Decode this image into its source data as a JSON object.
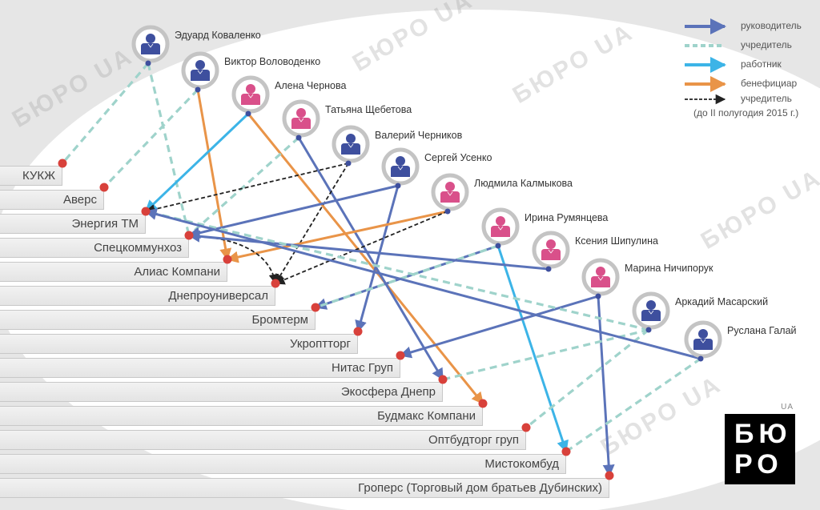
{
  "legend": [
    {
      "type": "director",
      "label": "руководитель"
    },
    {
      "type": "founder",
      "label": "учредитель"
    },
    {
      "type": "worker",
      "label": "работник"
    },
    {
      "type": "beneficiary",
      "label": "бенефициар"
    },
    {
      "type": "former",
      "label": "учредитель",
      "sublabel": "(до II полугодия 2015 г.)"
    }
  ],
  "colors": {
    "director": "#5b73b9",
    "founder": "#9fd3cb",
    "worker": "#3cb4e7",
    "beneficiary": "#e99448",
    "former": "#222222",
    "company_dot": "#d8413b",
    "male": "#3e4f9e",
    "female": "#d9508a"
  },
  "people": [
    {
      "name": "Эдуард Коваленко",
      "gender": "male"
    },
    {
      "name": "Виктор Воловоденко",
      "gender": "male"
    },
    {
      "name": "Алена Чернова",
      "gender": "female"
    },
    {
      "name": "Татьяна Щебетова",
      "gender": "female"
    },
    {
      "name": "Валерий Черников",
      "gender": "male"
    },
    {
      "name": "Сергей Усенко",
      "gender": "male"
    },
    {
      "name": "Людмила Калмыкова",
      "gender": "female"
    },
    {
      "name": "Ирина Румянцева",
      "gender": "female"
    },
    {
      "name": "Ксения Шипулина",
      "gender": "female"
    },
    {
      "name": "Марина Ничипорук",
      "gender": "female"
    },
    {
      "name": "Аркадий Масарский",
      "gender": "male"
    },
    {
      "name": "Руслана Галай",
      "gender": "male"
    }
  ],
  "companies": [
    "КУКЖ",
    "Аверс",
    "Энергия ТМ",
    "Спецкоммунхоз",
    "Алиас Компани",
    "Днепроуниверсал",
    "Бромтерм",
    "Укроптторг",
    "Нитас Груп",
    "Экосфера Днепр",
    "Будмакс Компани",
    "Оптбудторг груп",
    "Мистокомбуд",
    "Гроперс (Торговый дом братьев Дубинских)"
  ],
  "edges": [
    {
      "from": "p0",
      "to": "c0",
      "type": "founder"
    },
    {
      "from": "p0",
      "to": "c3",
      "type": "founder"
    },
    {
      "from": "p1",
      "to": "c1",
      "type": "founder"
    },
    {
      "from": "p1",
      "to": "c4",
      "type": "beneficiary"
    },
    {
      "from": "p2",
      "to": "c2",
      "type": "worker"
    },
    {
      "from": "p2",
      "to": "c10",
      "type": "beneficiary"
    },
    {
      "from": "p3",
      "to": "c9",
      "type": "director"
    },
    {
      "from": "p3",
      "to": "c3",
      "type": "founder"
    },
    {
      "from": "p4",
      "to": "c2",
      "type": "former"
    },
    {
      "from": "p4",
      "to": "c5",
      "type": "former"
    },
    {
      "from": "p5",
      "to": "c3",
      "type": "director"
    },
    {
      "from": "p5",
      "to": "c7",
      "type": "director"
    },
    {
      "from": "p6",
      "to": "c4",
      "type": "beneficiary"
    },
    {
      "from": "p6",
      "to": "c5",
      "type": "former"
    },
    {
      "from": "c3",
      "to": "c5",
      "type": "former"
    },
    {
      "from": "p7",
      "to": "c6",
      "type": "director"
    },
    {
      "from": "p7",
      "to": "c6",
      "type": "founder"
    },
    {
      "from": "p7",
      "to": "c12",
      "type": "worker"
    },
    {
      "from": "p8",
      "to": "c3",
      "type": "director"
    },
    {
      "from": "p9",
      "to": "c8",
      "type": "director"
    },
    {
      "from": "p9",
      "to": "c13",
      "type": "director"
    },
    {
      "from": "p10",
      "to": "c2",
      "type": "founder"
    },
    {
      "from": "p10",
      "to": "c9",
      "type": "founder"
    },
    {
      "from": "p10",
      "to": "c11",
      "type": "founder"
    },
    {
      "from": "p11",
      "to": "c12",
      "type": "founder"
    },
    {
      "from": "p11",
      "to": "c2",
      "type": "director"
    }
  ],
  "watermark": "БЮРО UA",
  "logo": {
    "line1": "БЮ",
    "line2": "РО",
    "suffix": "UA"
  }
}
